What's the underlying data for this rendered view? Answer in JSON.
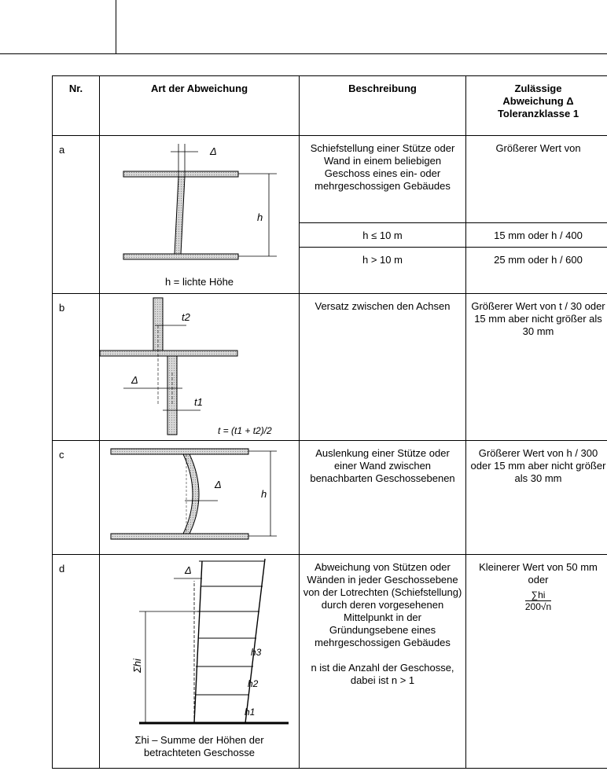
{
  "header": {
    "col_nr": "Nr.",
    "col_art": "Art der Abweichung",
    "col_beschreibung": "Beschreibung",
    "col_zulaessig_1": "Zulässige",
    "col_zulaessig_2": "Abweichung Δ",
    "col_zulaessig_3": "Toleranzklasse 1"
  },
  "rows": [
    {
      "nr": "a",
      "beschreibung": "Schiefstellung einer Stütze oder Wand in einem beliebigen Geschoss eines ein- oder mehrgeschossigen Gebäudes",
      "zulaessig": "Größerer Wert von",
      "caption": "h = lichte Höhe",
      "sub": [
        {
          "cond": "h ≤ 10 m",
          "value": "15 mm oder h / 400"
        },
        {
          "cond": "h > 10 m",
          "value": "25 mm oder h / 600"
        }
      ],
      "labels": {
        "delta": "Δ",
        "h": "h"
      }
    },
    {
      "nr": "b",
      "beschreibung": "Versatz zwischen den Achsen",
      "zulaessig": "Größerer Wert von t / 30 oder 15 mm aber nicht größer als 30 mm",
      "labels": {
        "t2": "t2",
        "delta": "Δ",
        "t1": "t1",
        "formula": "t = (t1 + t2)/2"
      }
    },
    {
      "nr": "c",
      "beschreibung": "Auslenkung einer Stütze oder einer Wand zwischen benachbarten Geschossebenen",
      "zulaessig": "Größerer Wert von h / 300 oder 15 mm aber nicht größer als 30 mm",
      "labels": {
        "delta": "Δ",
        "h": "h"
      }
    },
    {
      "nr": "d",
      "beschreibung": "Abweichung von Stützen oder Wänden in jeder Geschossebene von der Lotrechten (Schiefstellung) durch deren vorgesehenen Mittelpunkt in der Gründungsebene eines mehrgeschossigen Gebäudes",
      "beschreibung_2": "n ist die Anzahl der Geschosse, dabei ist n > 1",
      "zulaessig": "Kleinerer Wert von 50 mm oder",
      "formula_num": "∑hi",
      "formula_den": "200√n",
      "caption": "Σhi – Summe der Höhen der betrachteten Geschosse",
      "labels": {
        "delta": "Δ",
        "sum": "Σhi",
        "h3": "h3",
        "h2": "h2",
        "h1": "h1"
      }
    }
  ]
}
